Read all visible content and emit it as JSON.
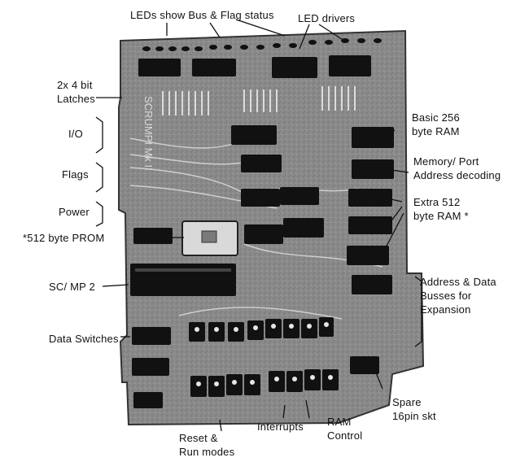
{
  "labels": {
    "leds": "LEDs show Bus & Flag status",
    "led_drivers": "LED drivers",
    "latches": "2x 4 bit\nLatches",
    "io": "I/O",
    "flags": "Flags",
    "power": "Power",
    "basic_ram": "Basic 256\nbyte RAM",
    "mem_decode": "Memory/ Port\nAddress decoding",
    "extra_ram": "Extra 512\nbyte RAM *",
    "prom": "*512 byte PROM",
    "scmp": "SC/ MP 2",
    "busses": "Address & Data\nBusses for\nExpansion",
    "data_switches": "Data Switches",
    "reset": "Reset &\nRun modes",
    "interrupts": "Interrupts",
    "ram_control": "RAM\nControl",
    "spare": "Spare\n16pin skt"
  },
  "board_text": "SCRUMPI  Mk II",
  "colors": {
    "board": "#8e8e8e",
    "board_dark": "#5a5a5a",
    "chip": "#111111",
    "ink": "#111111"
  }
}
